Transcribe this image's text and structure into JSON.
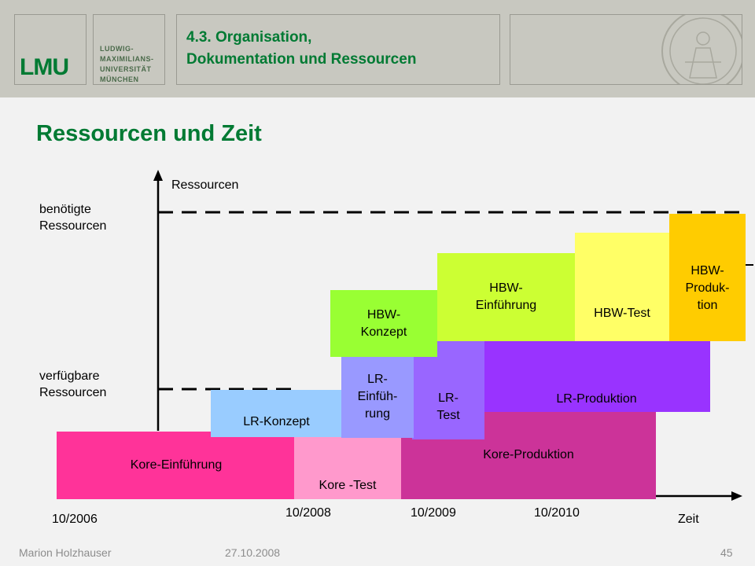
{
  "header": {
    "logo_text": "LMU",
    "university_lines": [
      "LUDWIG-",
      "MAXIMILIANS-",
      "UNIVERSITÄT",
      "MÜNCHEN"
    ],
    "title_line1": "4.3. Organisation,",
    "title_line2": "Dokumentation und Ressourcen"
  },
  "slide_title": "Ressourcen und Zeit",
  "axes": {
    "y_label": "Ressourcen",
    "x_label": "Zeit",
    "needed_line1": "benötigte",
    "needed_line2": "Ressourcen",
    "available_line1": "verfügbare",
    "available_line2": "Ressourcen",
    "dates": [
      "10/2006",
      "10/2008",
      "10/2009",
      "10/2010"
    ]
  },
  "blocks": {
    "kore_einfuehrung": "Kore-Einführung",
    "kore_test": "Kore -Test",
    "kore_produktion": "Kore-Produktion",
    "lr_konzept": "LR-Konzept",
    "lr_einfuehrung": [
      "LR-",
      "Einfüh-",
      "rung"
    ],
    "lr_test": [
      "LR-",
      "Test"
    ],
    "lr_produktion": "LR-Produktion",
    "hbw_konzept": [
      "HBW-",
      "Konzept"
    ],
    "hbw_einfuehrung": [
      "HBW-",
      "Einführung"
    ],
    "hbw_test": "HBW-Test",
    "hbw_produktion": [
      "HBW-",
      "Produk-",
      "tion"
    ]
  },
  "colors": {
    "kore_einfuehrung": "#ff3399",
    "kore_test": "#ff99cc",
    "kore_produktion": "#cc3399",
    "lr_konzept": "#99ccff",
    "lr_einfuehrung": "#9999ff",
    "lr_test": "#9966ff",
    "lr_produktion": "#9933ff",
    "hbw_konzept": "#99ff33",
    "hbw_einfuehrung": "#ccff33",
    "hbw_test": "#ffff66",
    "hbw_produktion": "#ffcc00",
    "title_green": "#007a33"
  },
  "footer": {
    "author": "Marion Holzhauser",
    "date": "27.10.2008",
    "page": "45"
  }
}
